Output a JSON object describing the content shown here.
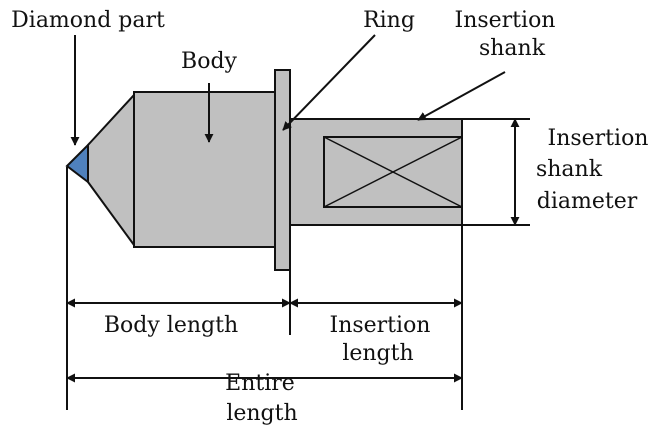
{
  "labels": {
    "diamond_part": "Diamond part",
    "body": "Body",
    "ring": "Ring",
    "insertion_shank_1": "Insertion",
    "insertion_shank_2": "shank",
    "shank_diameter_1": "Insertion",
    "shank_diameter_2": "shank",
    "shank_diameter_3": "diameter",
    "body_length": "Body length",
    "insertion_length_1": "Insertion",
    "insertion_length_2": "length",
    "entire_length_1": "Entire",
    "entire_length_2": "length"
  },
  "colors": {
    "part_fill": "#c0c0c0",
    "diamond_fill": "#4f81bd",
    "stroke": "#111111"
  }
}
